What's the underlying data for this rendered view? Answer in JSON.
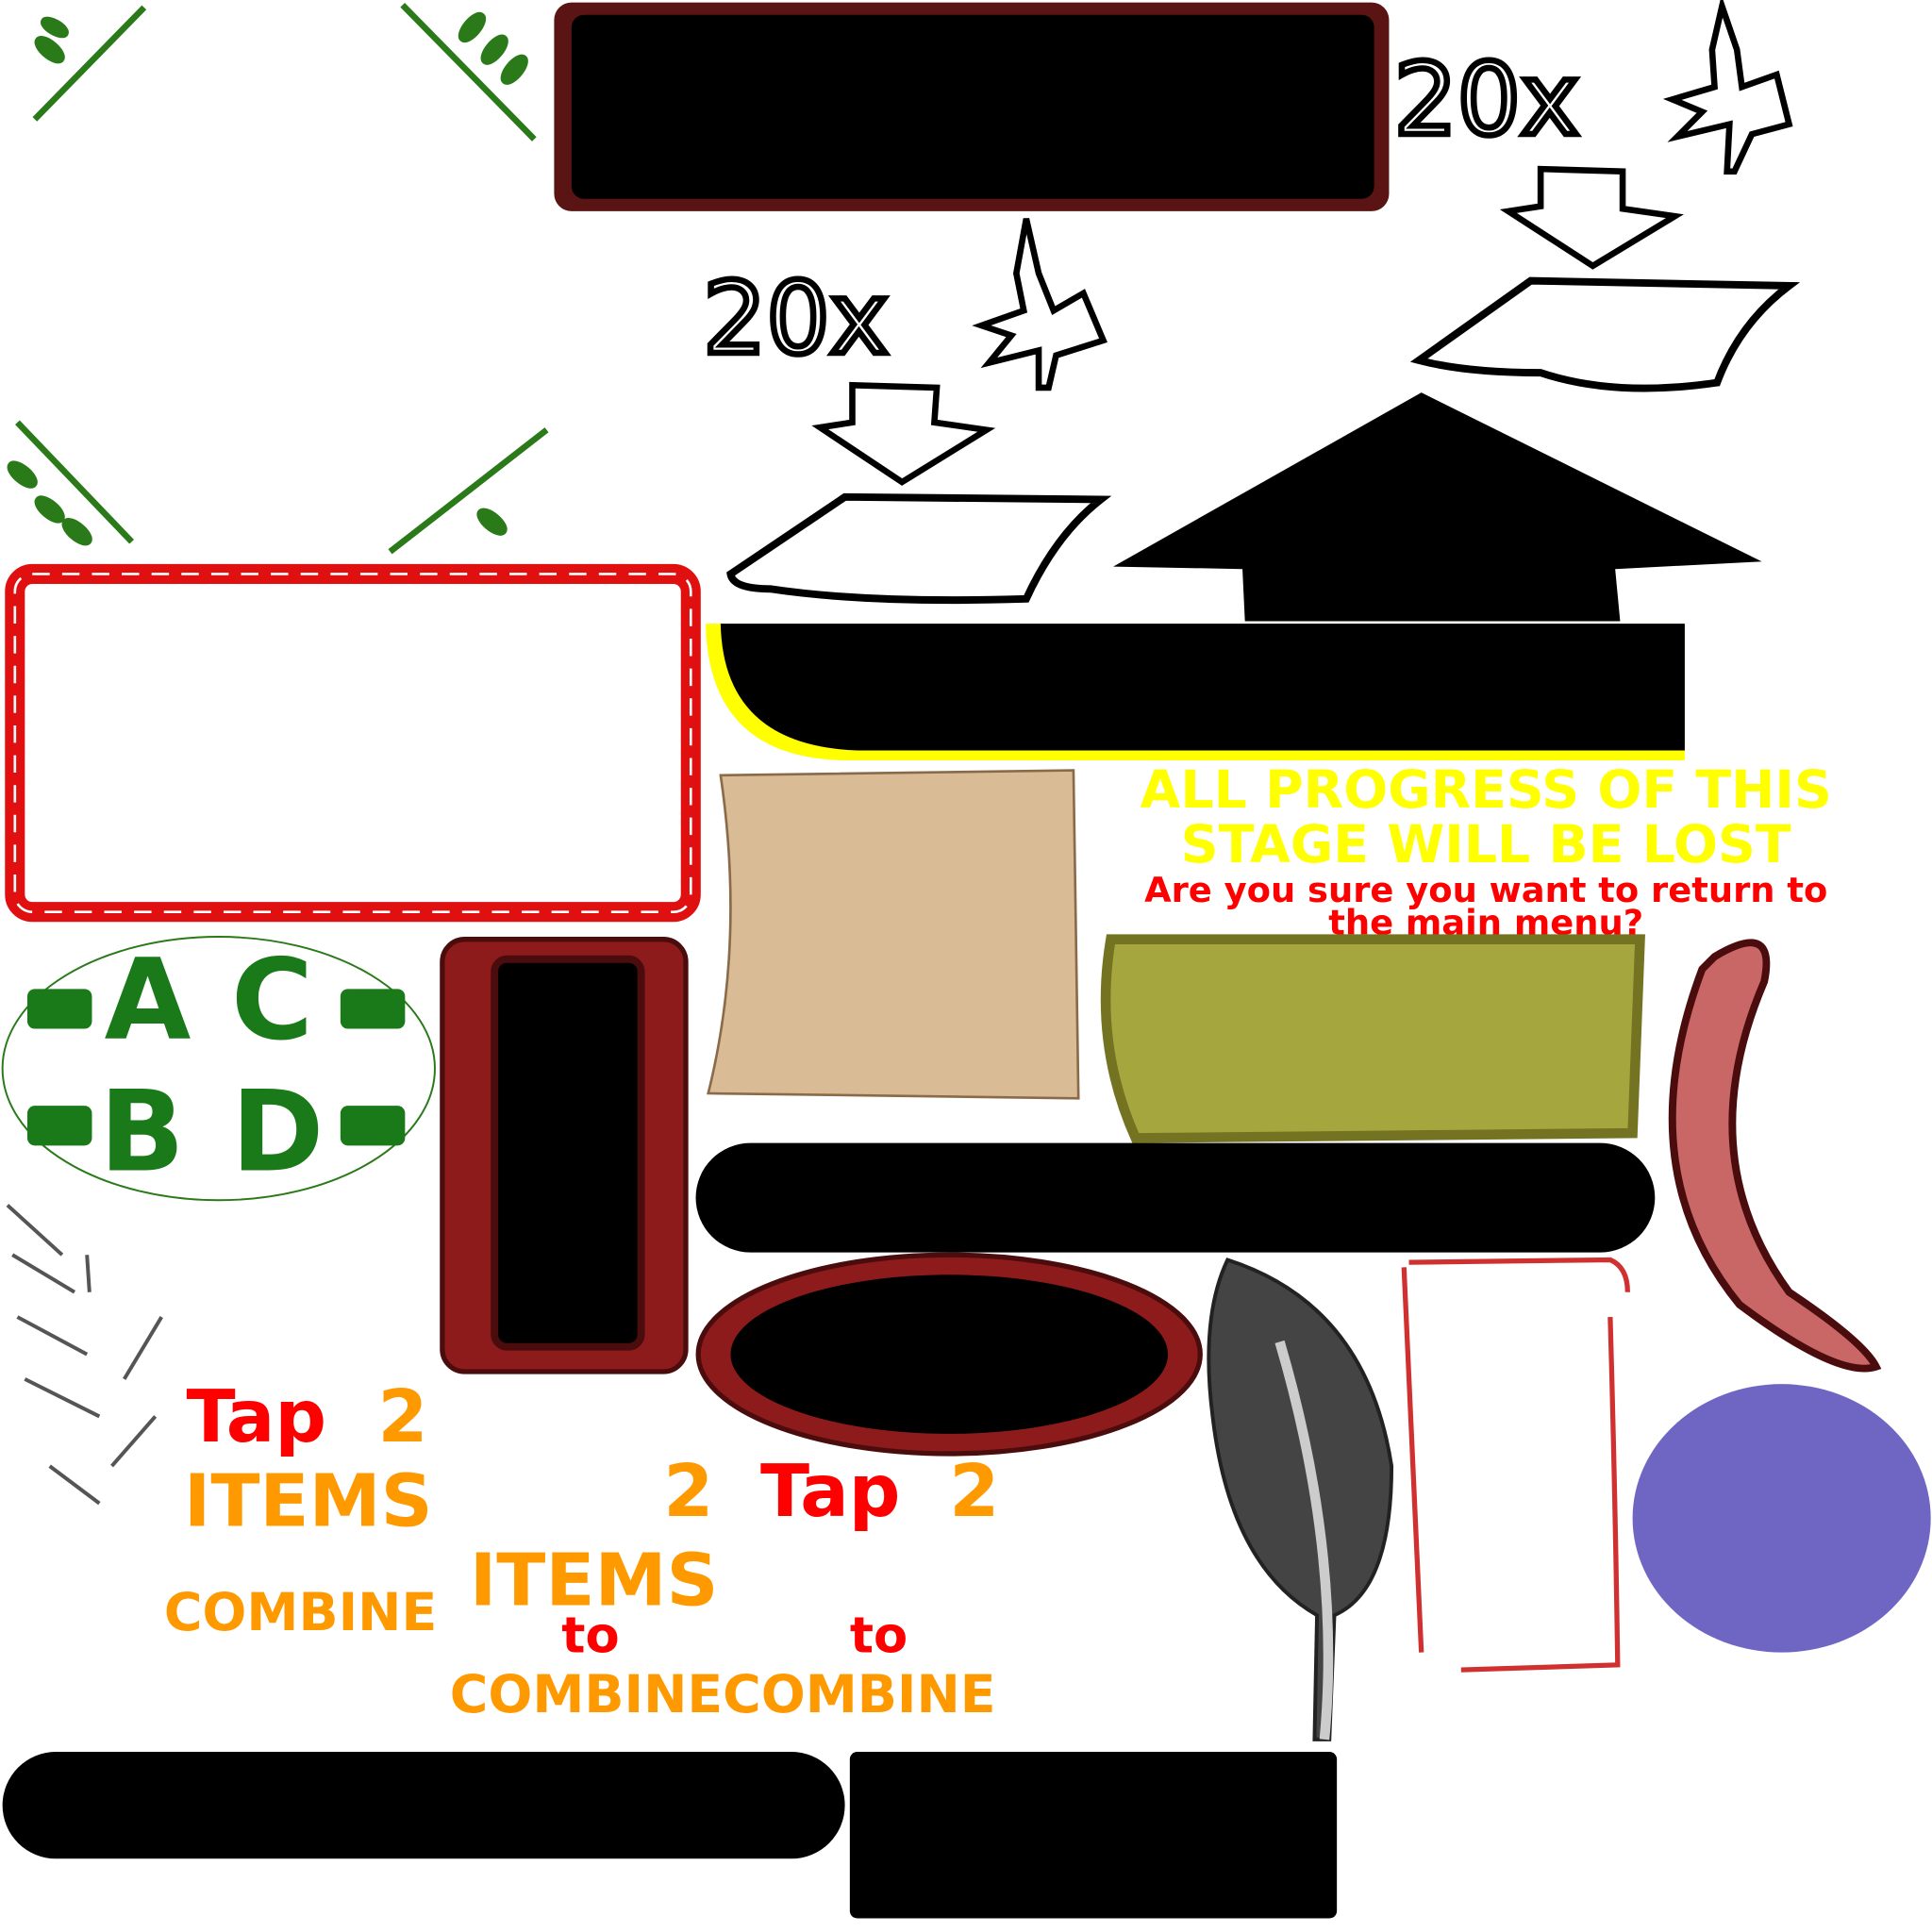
{
  "sprites": {
    "cost_label_1": "20x",
    "cost_label_2": "20x",
    "warning": {
      "line1": "ALL PROGRESS OF THIS",
      "line2": "STAGE WILL BE LOST",
      "question1": "Are you sure you want to return to",
      "question2": "the main menu?"
    },
    "button_letters": [
      "A",
      "C",
      "B",
      "D"
    ],
    "hint_a": {
      "tap": "Tap",
      "num": "2",
      "items": "ITEMS",
      "combine": "COMBINE"
    },
    "hint_b": {
      "num_left": "2",
      "tap": "Tap",
      "num": "2",
      "items": "ITEMS",
      "to1": "to",
      "to2": "to",
      "combine": "COMBINECOMBINE"
    }
  },
  "colors": {
    "red": "#ff0000",
    "orange": "#ff9900",
    "yellow": "#ffff00",
    "dark_red": "#8e1b1b",
    "green": "#2a7a1a",
    "purple": "#6f66c4",
    "olive": "#a6a63e",
    "tan": "#d9bb96"
  }
}
